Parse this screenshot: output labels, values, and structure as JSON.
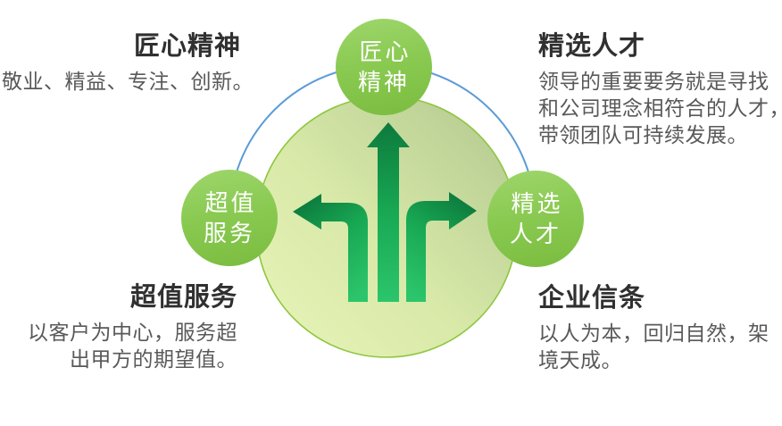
{
  "nodes": {
    "top": {
      "label": "匠心\n精神"
    },
    "left": {
      "label": "超值\n服务"
    },
    "right": {
      "label": "精选\n人才"
    }
  },
  "sections": {
    "top_left": {
      "title": "匠心精神",
      "body": "敬业、精益、专注、创新。"
    },
    "top_right": {
      "title": "精选人才",
      "body": "领导的重要要务就是寻找\n和公司理念相符合的人才，\n带领团队可持续发展。"
    },
    "bottom_left": {
      "title": "超值服务",
      "body": "以客户为中心，服务超\n出甲方的期望值。"
    },
    "bottom_right": {
      "title": "企业信条",
      "body": "以人为本，回归自然，架\n境天成。"
    }
  },
  "icons": {
    "center": "three-way-arrows-icon",
    "arc": "orbit-arc"
  },
  "colors": {
    "node_green_top": "#9ed66c",
    "node_green_bottom": "#7abc3f",
    "main_circle_light": "#e8f3b8",
    "main_circle_dark": "#b5ca92",
    "main_circle_border": "#8dc63f",
    "arrow_light": "#2cc56b",
    "arrow_mid": "#18a853",
    "arrow_dark": "#0d7a3d",
    "arc_blue": "#5b9bd5",
    "heading_text": "#303030",
    "body_text": "#595959",
    "node_text": "#ffffff"
  }
}
